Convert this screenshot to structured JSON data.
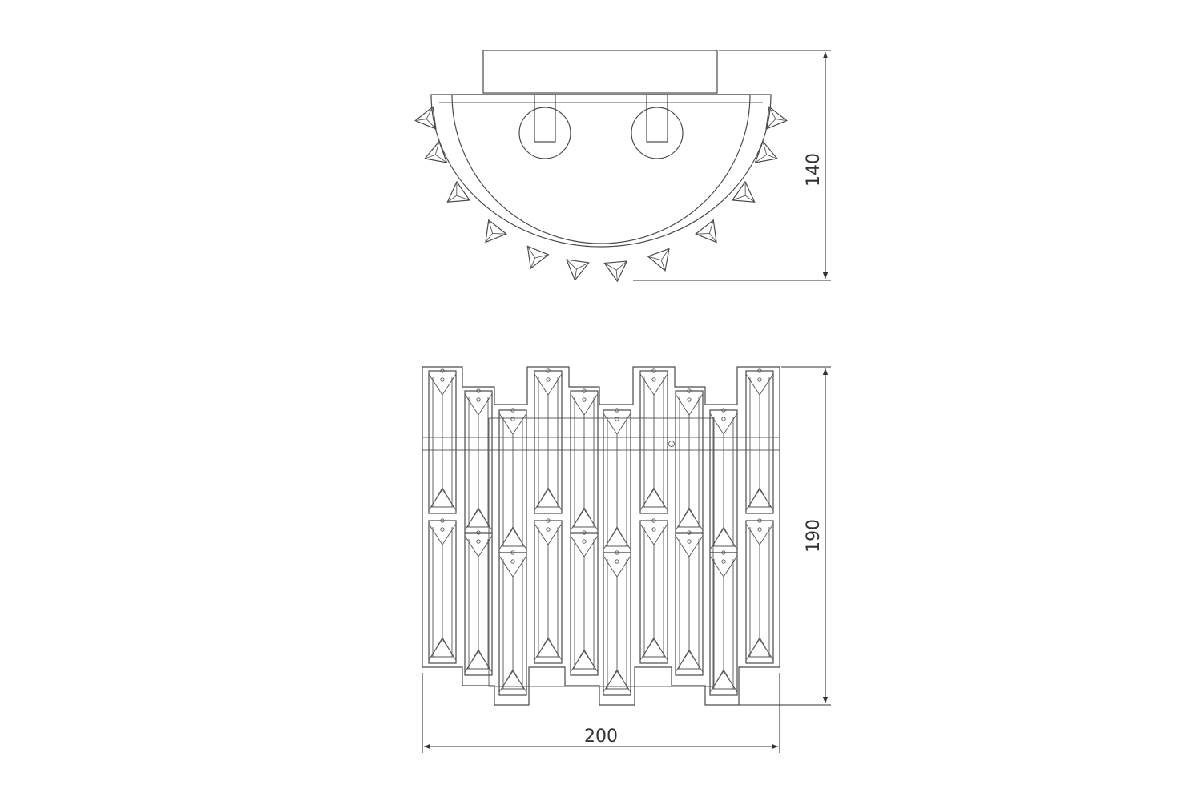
{
  "drawing": {
    "dimensions": {
      "depth": "140",
      "height": "190",
      "width": "200"
    },
    "line_color": "#4a4a4a",
    "background": "#ffffff"
  }
}
